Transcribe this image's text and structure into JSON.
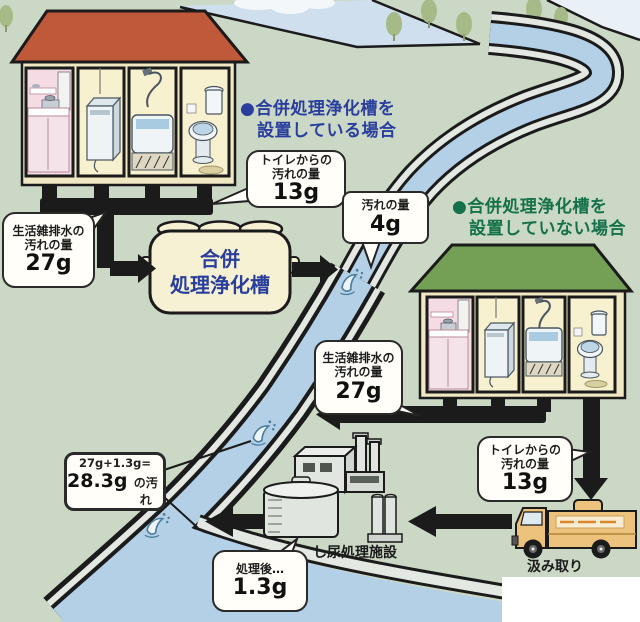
{
  "colors": {
    "accent_red": "#cf1f2f",
    "accent_blue": "#2a3f9c",
    "accent_green": "#15714a",
    "river_water": "#b4d0e6",
    "roof_house1": "#c0583a",
    "roof_house2": "#74a055"
  },
  "case_installed": {
    "line1": "●合併処理浄化槽を",
    "line2": "設置している場合"
  },
  "case_not_installed": {
    "line1": "●合併処理浄化槽を",
    "line2": "設置していない場合"
  },
  "tank": {
    "line1": "合併",
    "line2": "処理浄化槽"
  },
  "house1_toilet": {
    "line1": "トイレからの",
    "line2": "汚れの量",
    "value": "13g"
  },
  "house1_wastewater": {
    "line1": "生活雑排水の",
    "line2": "汚れの量",
    "value": "27g"
  },
  "river_load": {
    "label": "汚れの量",
    "value": "4g"
  },
  "house2_wastewater": {
    "line1": "生活雑排水の",
    "line2": "汚れの量",
    "value": "27g"
  },
  "house2_toilet": {
    "line1": "トイレからの",
    "line2": "汚れの量",
    "value": "13g"
  },
  "total_load": {
    "formula": "27g+1.3g=",
    "value": "28.3g",
    "suffix": "の汚れ"
  },
  "after_treatment": {
    "label": "処理後…",
    "value": "1.3g"
  },
  "facility_label": "し尿処理施設",
  "truck_label": "汲み取り"
}
